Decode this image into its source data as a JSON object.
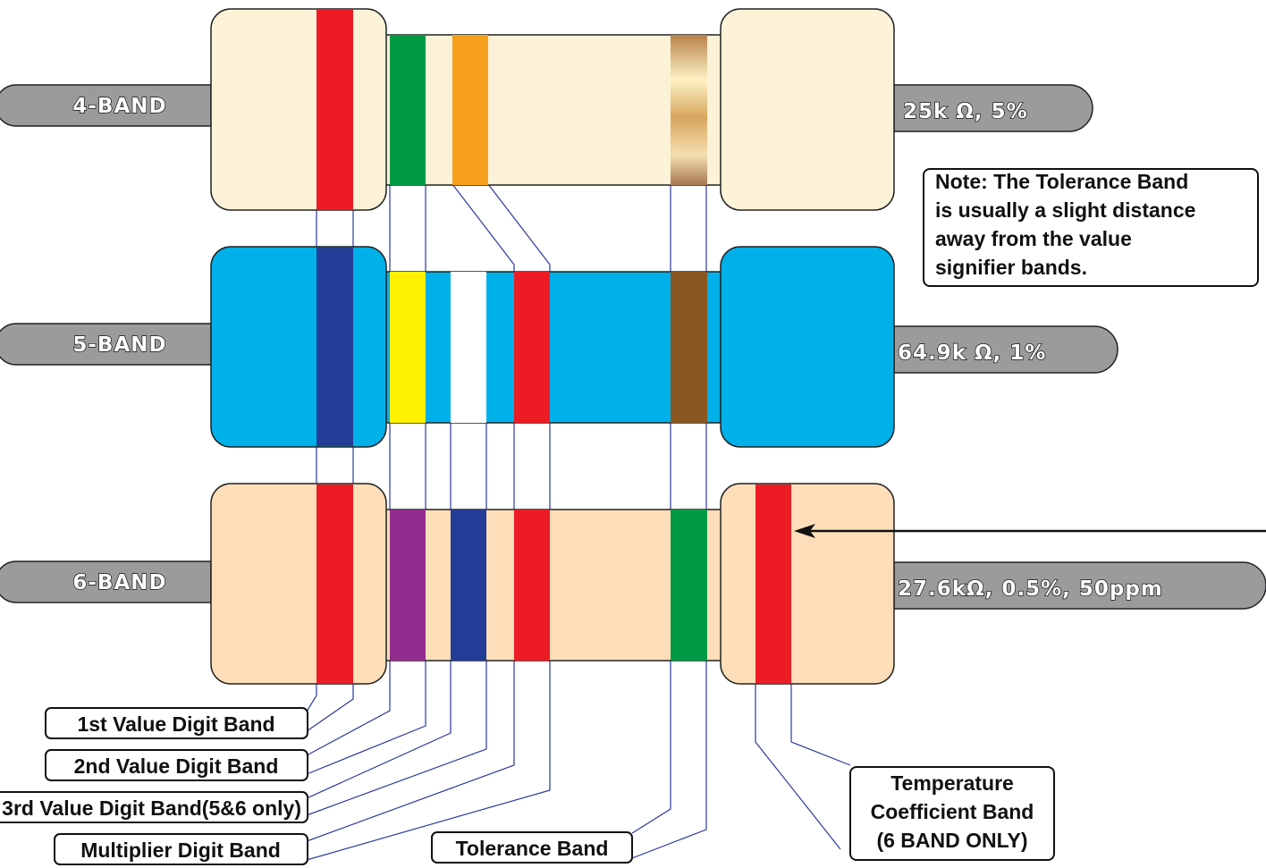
{
  "resistors": [
    {
      "id": "4-band",
      "name": "4-BAND",
      "value": "25k Ω, 5%",
      "body_color": "#fbf2d8",
      "bands": {
        "first": "#ed1c24",
        "second": "#009a44",
        "third": null,
        "multiplier": "#f7a01d",
        "tolerance": "gold",
        "tempco": null
      }
    },
    {
      "id": "5-band",
      "name": "5-BAND",
      "value": "64.9k Ω, 1%",
      "body_color": "#00b0e8",
      "bands": {
        "first": "#233c95",
        "second": "#fff200",
        "third": "#ffffff",
        "multiplier": "#ed1c24",
        "tolerance": "#8a5622",
        "tempco": null
      }
    },
    {
      "id": "6-band",
      "name": "6-BAND",
      "value": "27.6kΩ, 0.5%, 50ppm",
      "body_color": "#fddeb9",
      "bands": {
        "first": "#ed1c24",
        "second": "#922c8e",
        "third": "#233c95",
        "multiplier": "#ed1c24",
        "tolerance": "#009a44",
        "tempco": "#ed1c24"
      }
    }
  ],
  "note": {
    "lines": [
      "Note:  The Tolerance Band",
      "is usually a slight distance",
      "away from the value",
      "signifier bands."
    ]
  },
  "callouts": {
    "first_digit": "1st Value Digit Band",
    "second_digit": "2nd Value Digit Band",
    "third_digit": "3rd Value Digit Band(5&6 only)",
    "multiplier": "Multiplier Digit Band",
    "tolerance": "Tolerance Band",
    "tempco_lines": [
      "Temperature",
      "Coefficient Band",
      "(6 BAND ONLY)"
    ]
  },
  "colors": {
    "lead": "#9b9b9d",
    "outline": "#222222",
    "wire": "#2b3a9e",
    "arrow": "#111111"
  }
}
